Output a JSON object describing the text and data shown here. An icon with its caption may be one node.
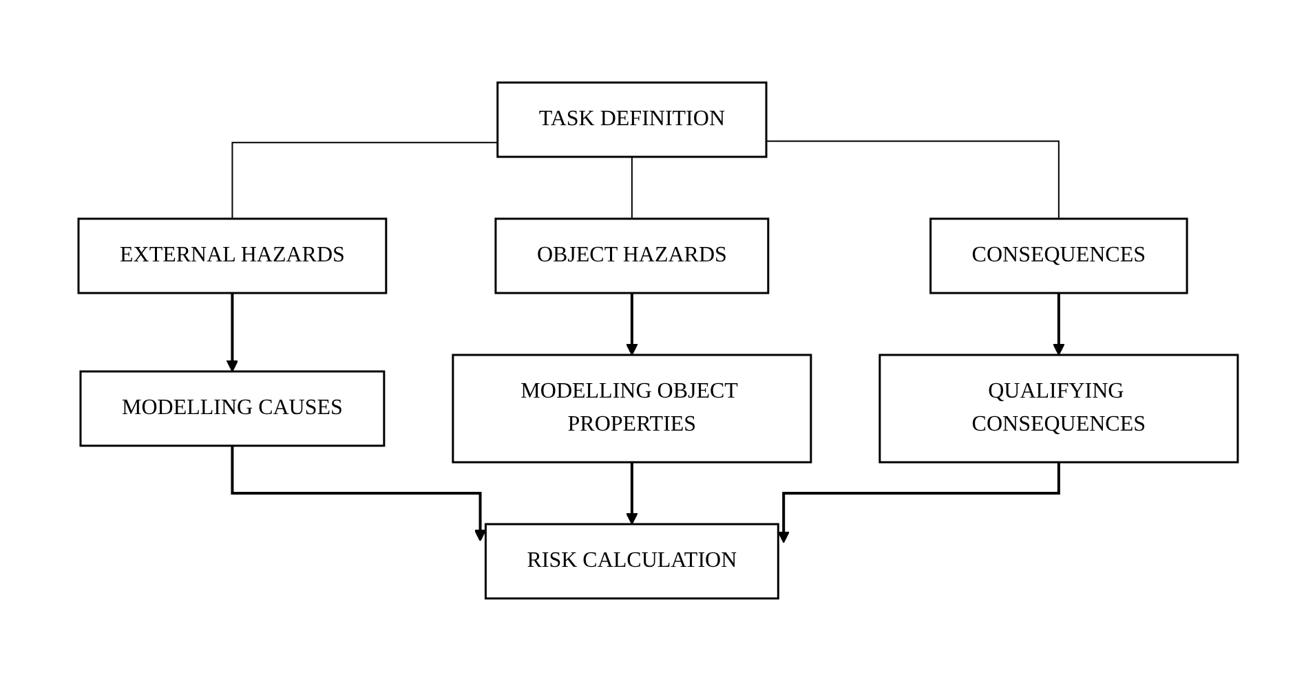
{
  "diagram": {
    "nodes": [
      {
        "text": [
          "TASK DEFINITION"
        ]
      },
      {
        "text": [
          "EXTERNAL HAZARDS"
        ]
      },
      {
        "text": [
          "OBJECT HAZARDS"
        ]
      },
      {
        "text": [
          "CONSEQUENCES"
        ]
      },
      {
        "text": [
          "MODELLING CAUSES"
        ]
      },
      {
        "text": [
          "MODELLING OBJECT PROPERTIES"
        ]
      },
      {
        "text": [
          "QUALIFYING CONSEQUENCES"
        ]
      },
      {
        "text": [
          "RISK CALCULATION"
        ]
      }
    ],
    "edges": [
      {
        "from": 0,
        "to": 1,
        "arrow": "none"
      },
      {
        "from": 0,
        "to": 2,
        "arrow": "none"
      },
      {
        "from": 0,
        "to": 3,
        "arrow": "none"
      },
      {
        "from": 1,
        "to": 4,
        "arrow": "to"
      },
      {
        "from": 2,
        "to": 5,
        "arrow": "to"
      },
      {
        "from": 3,
        "to": 6,
        "arrow": "to"
      },
      {
        "from": 4,
        "to": 7,
        "arrow": "to"
      },
      {
        "from": 5,
        "to": 7,
        "arrow": "to"
      },
      {
        "from": 6,
        "to": 7,
        "arrow": "to"
      }
    ]
  }
}
